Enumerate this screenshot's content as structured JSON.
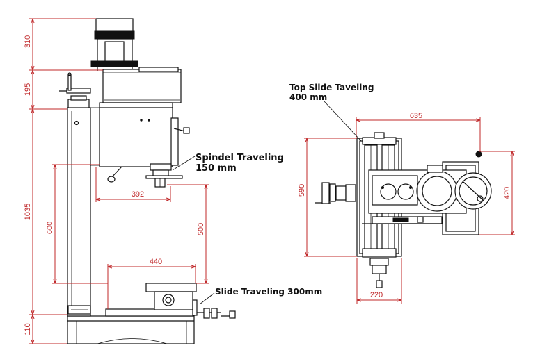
{
  "colors": {
    "dimension": "#c0282a",
    "ink": "#111111",
    "background": "#ffffff"
  },
  "side_view": {
    "dims": {
      "motor_height": "310",
      "head_height": "195",
      "column_height": "1035",
      "base_height": "110",
      "travel_600": "600",
      "spindle_reach": "392",
      "travel_500": "500",
      "table_width": "440"
    },
    "callouts": {
      "spindle_line1": "Spindel Traveling",
      "spindle_line2": "150 mm",
      "slide": "Slide Traveling 300mm"
    }
  },
  "top_view": {
    "dims": {
      "width_635": "635",
      "depth_590": "590",
      "depth_420": "420",
      "width_220": "220"
    },
    "callouts": {
      "top_slide_line1": "Top Slide Taveling",
      "top_slide_line2": "400 mm"
    }
  }
}
